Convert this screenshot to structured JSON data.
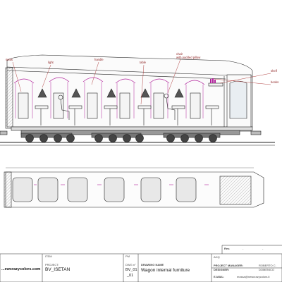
{
  "callouts": {
    "seat_top_left": "seats",
    "light": "light",
    "handle": "handle",
    "table": "table",
    "chair": "chair",
    "chair_note": "with padded pillow",
    "shelf": "shelf",
    "books": "books"
  },
  "title_block": {
    "website": "...ewcrazycolors.com",
    "item_label": "ITEM",
    "project_label": "PROJECT:",
    "project_value": "BV_ISETAN",
    "pm_label": "PM",
    "dwg_label": "DWG n°",
    "dwg_value": "BV_01",
    "dwg_sub": "_01",
    "drawing_name_label": "DRAWING NAME",
    "drawing_name_value": "Wagon internal furniture",
    "rev_label": "Rev.",
    "rev_dash_1": "-",
    "rev_dash_2": "-",
    "acq_label": "ACQ",
    "pm_role_label": "PROJECT MANAGER:",
    "pm_role_value": "ROBERTO C.",
    "designer_label": "DESIGNER:",
    "designer_value": "DOMENICO",
    "email_label": "E-MAIL:",
    "email_value": "mossa@newcrazycolors.it"
  },
  "colors": {
    "line": "#222222",
    "accent": "#b0209a",
    "callout": "#a01818"
  }
}
